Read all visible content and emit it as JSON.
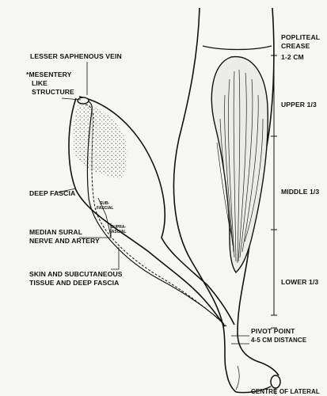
{
  "labels": {
    "lesser_saphenous_vein": "LESSER SAPHENOUS VEIN",
    "mesentery_line1": "*MESENTERY",
    "mesentery_line2": "LIKE",
    "mesentery_line3": "STRUCTURE",
    "deep_fascia": "DEEP FASCIA",
    "median_sural_line1": "MEDIAN SURAL",
    "median_sural_line2": "NERVE AND ARTERY",
    "skin_line1": "SKIN AND SUBCUTANEOUS",
    "skin_line2": "TISSUE AND DEEP FASCIA",
    "popliteal_line1": "POPLITEAL",
    "popliteal_line2": "CREASE",
    "popliteal_line3": "1-2 CM",
    "upper_third": "UPPER 1/3",
    "middle_third": "MIDDLE 1/3",
    "lower_third": "LOWER 1/3",
    "pivot_point": "PIVOT POINT",
    "pivot_distance": "4-5 CM DISTANCE",
    "centre_lateral": "CENTRE OF LATERAL",
    "sub_fascial_1": "SUB-",
    "sub_fascial_2": "FASCIAL",
    "supra_fascial_1": "SUPRA-",
    "supra_fascial_2": "FASCIAL"
  },
  "colors": {
    "ink": "#111111",
    "background": "#f6f6f4"
  }
}
